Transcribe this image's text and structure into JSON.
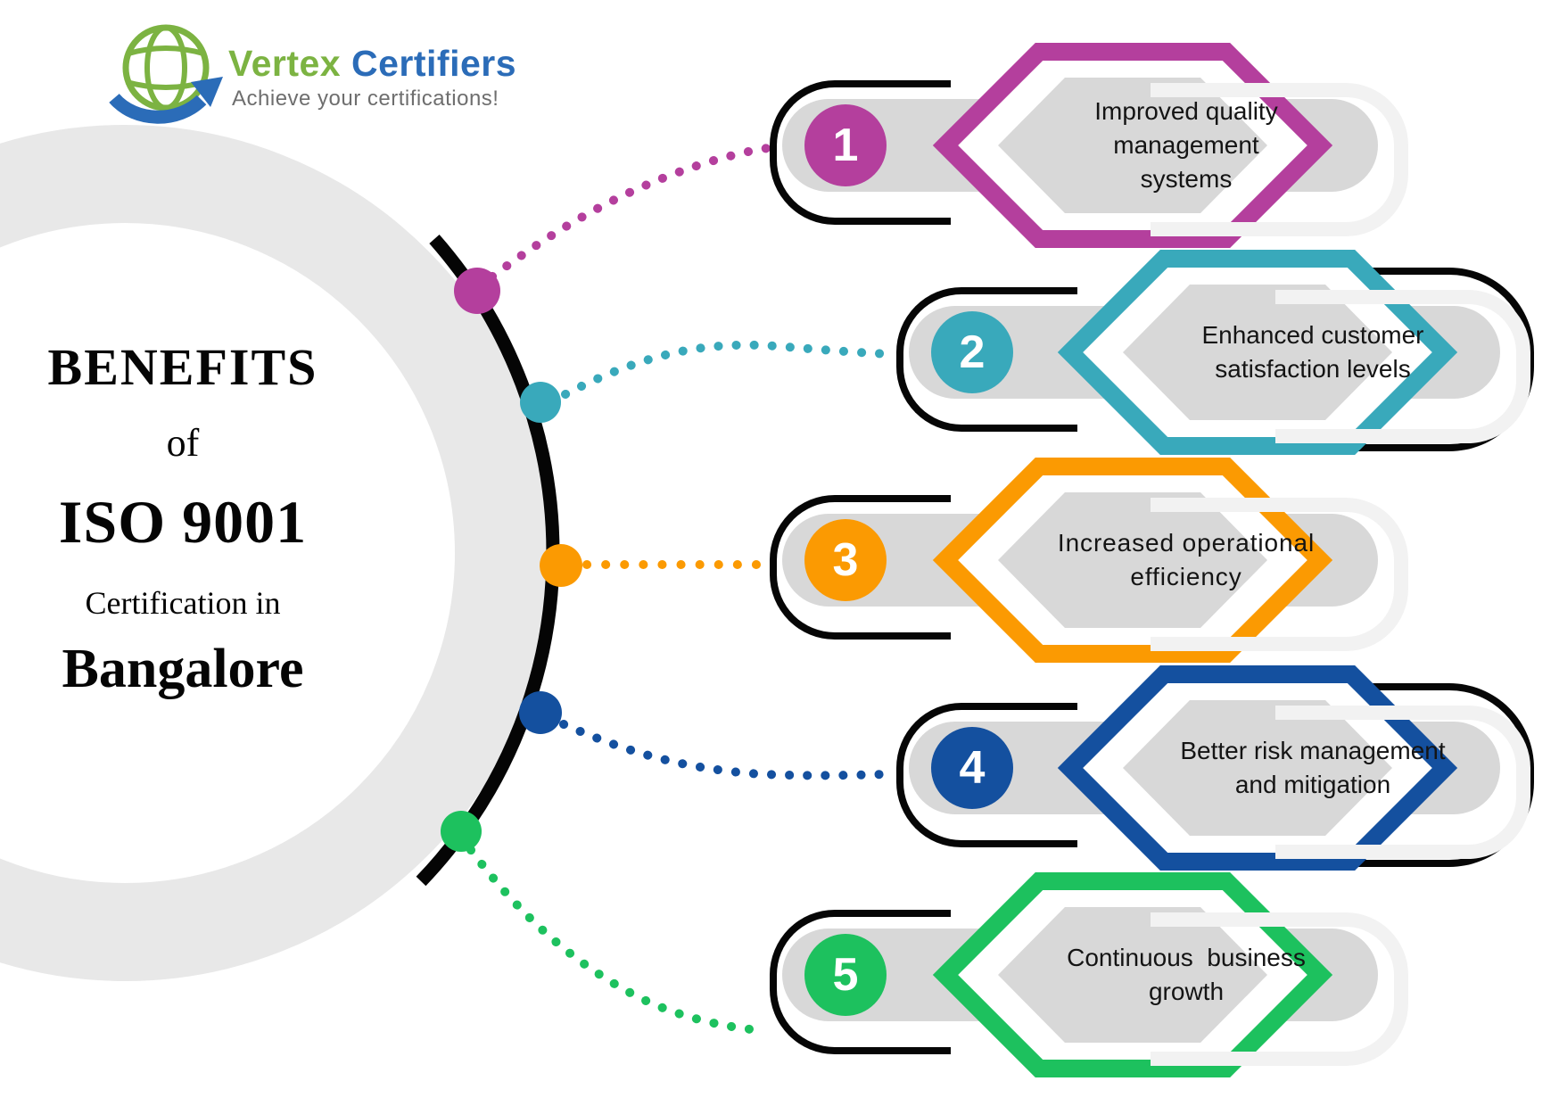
{
  "logo": {
    "brand_first": "Vertex",
    "brand_second": "Certifiers",
    "tagline": "Achieve your certifications!",
    "brand_first_color": "#7cb342",
    "brand_second_color": "#2b6cb8"
  },
  "title": {
    "benefits": "BENEFITS",
    "of": "of",
    "standard": "ISO 9001",
    "certification_in": "Certification in",
    "city": "Bangalore"
  },
  "benefits": [
    {
      "number": "1",
      "color": "#b43f9d",
      "label": "Improved quality management systems",
      "lines": [
        "Improved quality",
        "management",
        "systems"
      ]
    },
    {
      "number": "2",
      "color": "#39a9bb",
      "label": "Enhanced customer satisfaction levels",
      "lines": [
        "Enhanced customer",
        "satisfaction levels"
      ]
    },
    {
      "number": "3",
      "color": "#fb9a02",
      "label": "Increased operational efficiency",
      "lines": [
        "Increased operational",
        "efficiency"
      ]
    },
    {
      "number": "4",
      "color": "#14509f",
      "label": "Better risk management and mitigation",
      "lines": [
        "Better risk management",
        "and mitigation"
      ]
    },
    {
      "number": "5",
      "color": "#1dc15e",
      "label": "Continuous business growth",
      "lines": [
        "Continuous  business",
        "growth"
      ]
    }
  ],
  "palette": {
    "arc": "#050505",
    "pill_gray": "#d8d8d8",
    "ring_gray": "#e8e8e8",
    "light_ring": "#f2f2f2"
  }
}
